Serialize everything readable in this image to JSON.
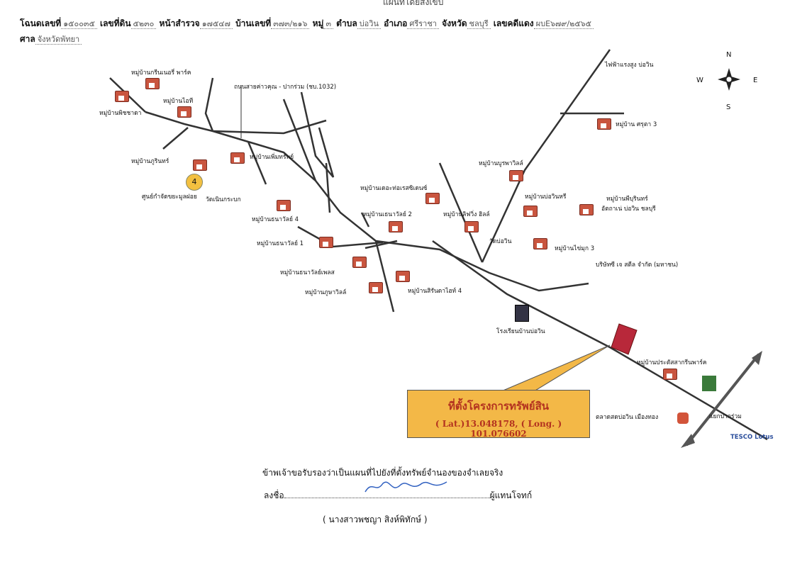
{
  "title": "แผนที่โดยสังเขป",
  "header": {
    "deed_label": "โฉนดเลขที่",
    "deed": "๑๕๐๐๓๕",
    "land_label": "เลขที่ดิน",
    "land": "๕๒๓๐",
    "survey_label": "หน้าสำรวจ",
    "survey": "๑๗๕๔๗",
    "house_label": "บ้านเลขที่",
    "house": "๓๗๓/๒๑๖",
    "moo_label": "หมู่",
    "moo": "๓",
    "tambon_label": "ตำบล",
    "tambon": "บ่อวิน",
    "amphoe_label": "อำเภอ",
    "amphoe": "ศรีราชา",
    "province_label": "จังหวัด",
    "province": "ชลบุรี",
    "case_label": "เลขคดีแดง",
    "case": "ผบE๖๗๙/๒๕๖๕",
    "court_label": "ศาล",
    "court": "จังหวัดพัทยา"
  },
  "map": {
    "labels": [
      "หมู่บ้านกรีนเนอรี่ พาร์ค",
      "หมู่บ้านไอที",
      "หมู่บ้านพิชชาดา",
      "ถนนสายค่าวคุณ - ปากร่วม (ชบ.1032)",
      "หมู่บ้านภูรินทร์",
      "หมู่บ้านเพิ่มทรัพย์",
      "ศูนย์กำจัดขยะมูลฝอย",
      "วัดเนินกระบก",
      "หมู่บ้านธนาวัลย์ 4",
      "หมู่บ้านธนาวัลย์ 1",
      "หมู่บ้านธนาวัลย์เพลส",
      "หมู่บ้านภูษาวิลล์",
      "หมู่บ้านเดอะท่อเรสซิเดนซ์",
      "หมู่บ้านเธนาวัลย์ 2",
      "หมู่บ้านสิรันดาไฮท์ 4",
      "หมู่บ้านบูรพาวิลล์",
      "หมู่บ้านลิฟวิ่ง ฮิลล์",
      "หมู่บ้านบ่อวินหรี",
      "วัดบ่อวิน",
      "หมู่บ้านไข่มุก 3",
      "หมู่บ้านพีบุรินทร์",
      "อัตถาเน่ บ่อวิน ชลบุรี",
      "บริษัทซี เจ สตีล จำกัด (มหาชน)",
      "ไฟฟ้าแรงสูง บ่อวิน",
      "หมู่บ้าน ศรุตา 3",
      "โรงเรียนบ้านบ่อวิน",
      "หมู่บ้านประตัสสากรีนพาร์ค",
      "ตลาดสดบ่อวิน เมืองทอง",
      "แยกปากร่วม",
      "TESCO Lotus"
    ],
    "marker": "4",
    "compass": {
      "n": "N",
      "s": "S",
      "e": "E",
      "w": "W"
    },
    "callout_title": "ที่ตั้งโครงการทรัพย์สิน",
    "callout_coords": "( Lat.)13.048178, ( Long. ) 101.076602"
  },
  "footer": {
    "certify": "ข้าพเจ้าขอรับรองว่าเป็นแผนที่ไปยังที่ตั้งทรัพย์จำนองของจำเลยจริง",
    "sign_label": "ลงชื่อ",
    "role": "ผู้แทนโจทก์",
    "name": "( นางสาวพชญา สิงห์พิทักษ์ )"
  },
  "colors": {
    "callout": "#f3b847",
    "callout_text": "#b3321f",
    "property": "#b8283a",
    "signature": "#3060c0"
  }
}
